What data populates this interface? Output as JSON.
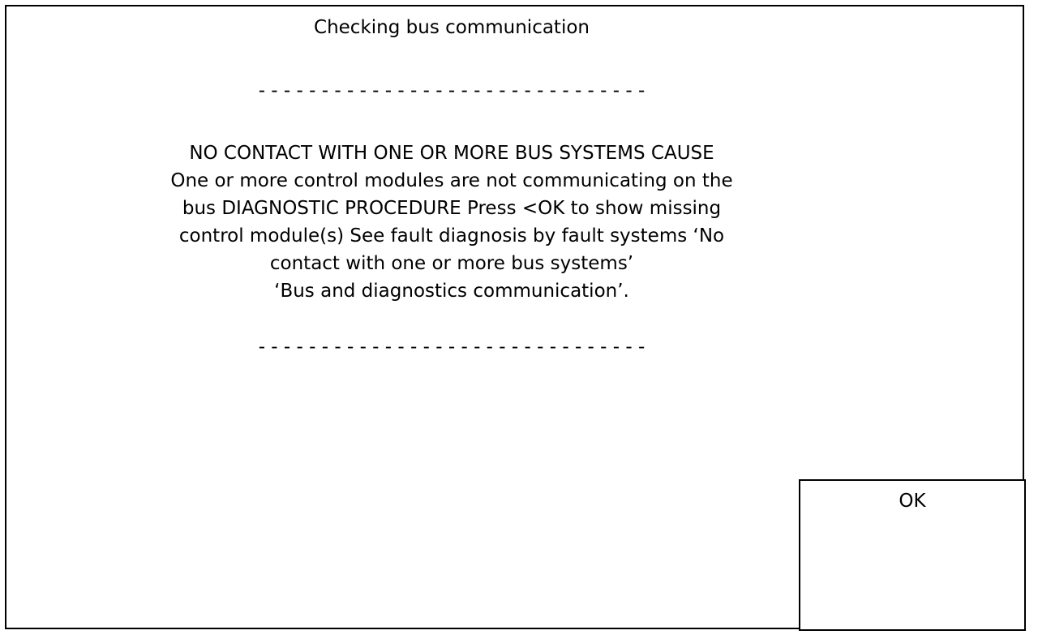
{
  "dialog": {
    "title": "Checking bus communication",
    "separator": "- - - - - - - - - - - - - - - - - - - - - - - - - - - - - - -",
    "message_lines": [
      "NO CONTACT WITH ONE OR MORE BUS SYSTEMS CAUSE",
      "One or more control modules are not communicating on the",
      "bus DIAGNOSTIC PROCEDURE Press <OK to show missing",
      "control module(s) See fault diagnosis by fault systems ‘No",
      "contact with one or more bus systems’",
      "‘Bus and diagnostics communication’."
    ],
    "buttons": {
      "ok_label": "OK"
    },
    "colors": {
      "background": "#ffffff",
      "foreground": "#000000",
      "border": "#000000"
    }
  }
}
